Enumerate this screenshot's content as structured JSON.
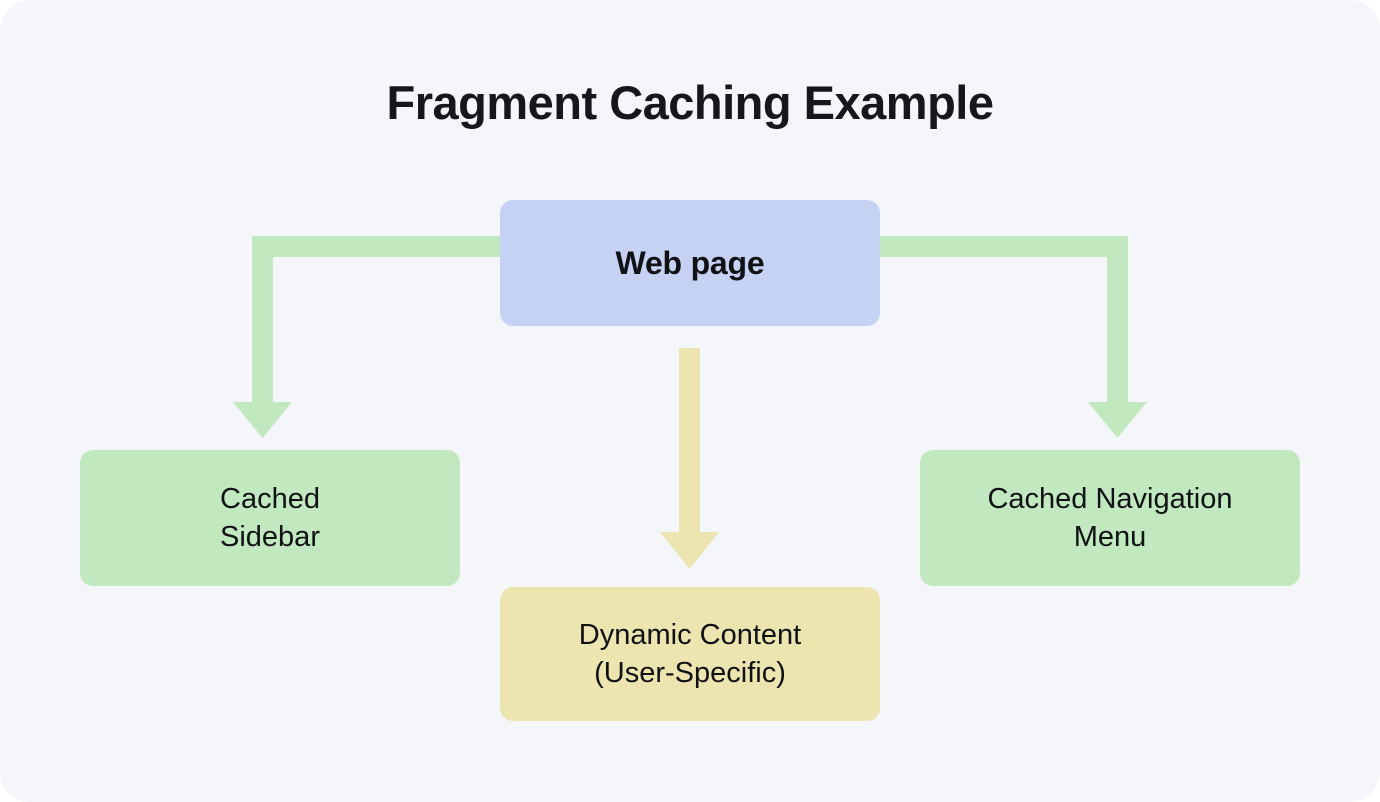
{
  "diagram": {
    "title": "Fragment Caching Example",
    "background_color": "#f4f6f9",
    "title_color": "#15171a",
    "nodes": [
      {
        "id": "webpage",
        "label": "Web page",
        "color": "#c6d2f4",
        "bold": true
      },
      {
        "id": "cached-sidebar",
        "label": "Cached\nSidebar",
        "color": "#c2e8bf",
        "bold": false
      },
      {
        "id": "cached-nav-menu",
        "label": "Cached Navigation\nMenu",
        "color": "#c2e8bf",
        "bold": false
      },
      {
        "id": "dynamic-content",
        "label": "Dynamic Content\n(User-Specific)",
        "color": "#ece5b0",
        "bold": false
      }
    ],
    "edges": [
      {
        "id": "webpage-to-cached-sidebar",
        "from": "webpage",
        "to": "cached-sidebar",
        "color": "#c2e8bf",
        "style": "elbow-left-down",
        "arrowhead": "triangle"
      },
      {
        "id": "webpage-to-dynamic-content",
        "from": "webpage",
        "to": "dynamic-content",
        "color": "#ece5b0",
        "style": "straight-down",
        "arrowhead": "triangle"
      },
      {
        "id": "webpage-to-cached-nav-menu",
        "from": "webpage",
        "to": "cached-nav-menu",
        "color": "#c2e8bf",
        "style": "elbow-right-down",
        "arrowhead": "triangle"
      }
    ]
  }
}
